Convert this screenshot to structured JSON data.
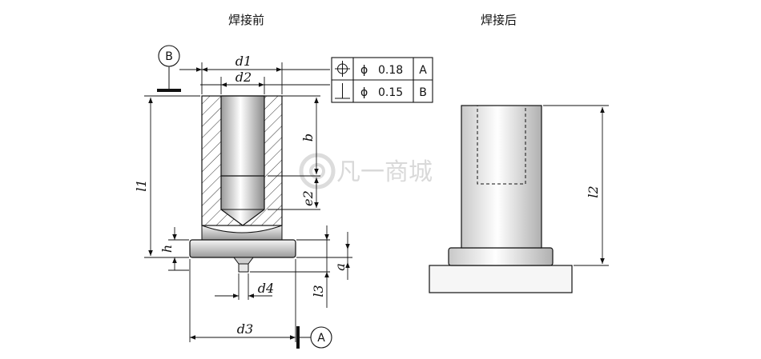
{
  "titles": {
    "before": "焊接前",
    "after": "焊接后"
  },
  "datums": {
    "top": "B",
    "bottom": "A"
  },
  "dimensions": {
    "d1": "d1",
    "d2": "d2",
    "d3": "d3",
    "d4": "d4",
    "l1": "l1",
    "l2": "l2",
    "l3": "l3",
    "b": "b",
    "e2": "e2",
    "h": "h",
    "a": "a"
  },
  "feature_control_frame": {
    "rows": [
      {
        "symbol": "position-icon",
        "diameter": "ϕ",
        "tolerance": "0.18",
        "datum": "A"
      },
      {
        "symbol": "perpendicularity-icon",
        "diameter": "ϕ",
        "tolerance": "0.15",
        "datum": "B"
      }
    ]
  },
  "watermark": "凡一商城"
}
